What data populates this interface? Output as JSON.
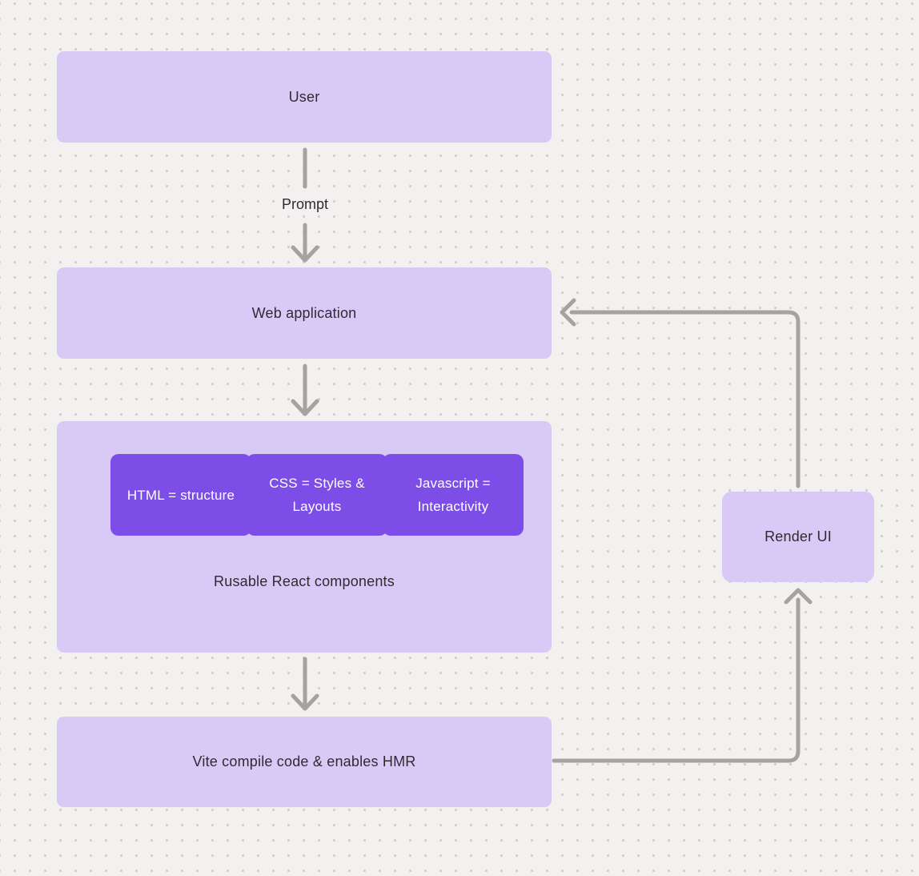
{
  "colors": {
    "background": "#f2f1ef",
    "dot": "#d0cecb",
    "box_light": "#d8c9f6",
    "box_dark": "#7d4de8",
    "arrow": "#a5a3a1",
    "text_dark": "#2e2b33",
    "text_light": "#ffffff"
  },
  "nodes": {
    "user": {
      "label": "User"
    },
    "web_application": {
      "label": "Web application"
    },
    "components_group": {
      "label": "Rusable React components",
      "children": [
        {
          "label": "HTML = structure"
        },
        {
          "label": "CSS = Styles & Layouts"
        },
        {
          "label": "Javascript = Interactivity"
        }
      ]
    },
    "vite": {
      "label": "Vite compile code & enables HMR"
    },
    "render_ui": {
      "label": "Render UI"
    }
  },
  "edges": {
    "prompt_label": "Prompt"
  }
}
